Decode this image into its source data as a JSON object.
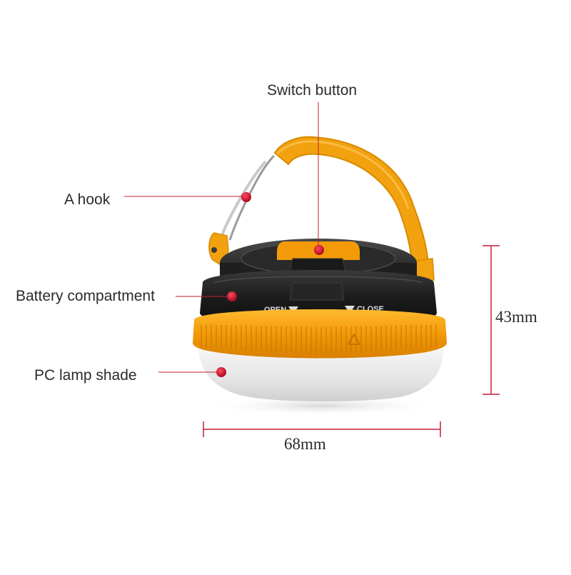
{
  "callouts": {
    "switch_button": "Switch button",
    "hook": "A hook",
    "battery_compartment": "Battery compartment",
    "lamp_shade": "PC lamp shade"
  },
  "engraving": {
    "open": "OPEN",
    "close": "CLOSE"
  },
  "dimensions": {
    "height": "43mm",
    "width": "68mm"
  },
  "colors": {
    "leader_line": "#c0202e",
    "marker_dot": "#c8102e",
    "handle": "#f2a10f",
    "body": "#1d1d1d",
    "lamp_shade": "#ececec"
  }
}
